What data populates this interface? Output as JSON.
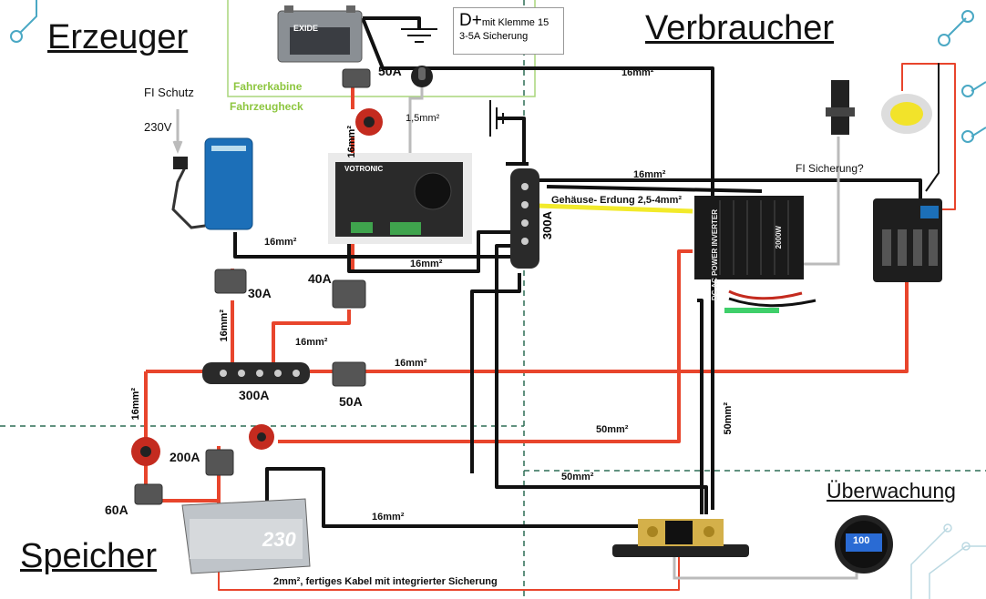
{
  "sections": {
    "erzeuger": "Erzeuger",
    "verbraucher": "Verbraucher",
    "speicher": "Speicher",
    "ueberwachung": "Überwachung"
  },
  "zones": {
    "fahrerkabine": "Fahrerkabine",
    "fahrzeugheck": "Fahrzeugheck"
  },
  "labels": {
    "fi_schutz": "FI Schutz",
    "v230": "230V",
    "fi_sicherung": "FI Sicherung?",
    "dplus_main": "D+",
    "dplus_note": "mit Klemme 15",
    "dplus_fuse": "3-5A Sicherung",
    "gehaeuse": "Gehäuse- Erdung 2,5-4mm²",
    "kabel_hinweis": "2mm², fertiges Kabel mit integrierter Sicherung"
  },
  "fuses": {
    "f50a_top": "50A",
    "f30a": "30A",
    "f40a": "40A",
    "f50a_mid": "50A",
    "f200a": "200A",
    "f60a": "60A",
    "bus300a_a": "300A",
    "bus300a_b": "300A"
  },
  "wires": {
    "w16_top": "16mm²",
    "w1_5": "1,5mm²",
    "w16_vert_a": "16mm²",
    "w16_inv": "16mm²",
    "w16_charger": "16mm²",
    "w16_dcdc": "16mm²",
    "w16_vert_b": "16mm²",
    "w16_bus": "16mm²",
    "w16_long": "16mm²",
    "w16_vert_c": "16mm²",
    "w50_a": "50mm²",
    "w50_b": "50mm²",
    "w50_vert": "50mm²",
    "w16_shunt": "16mm²"
  },
  "devices": {
    "battery_start_text": "EXIDE",
    "dcdc_brand": "VOTRONIC",
    "inverter_text": "DC AC POWER INVERTER",
    "inverter_watt": "2000W",
    "battery_aux_num": "230",
    "monitor_reading": "100"
  },
  "colors": {
    "positive": "#e8452c",
    "negative": "#111111",
    "earth": "#f2ea2a",
    "signal": "#bbbbbb",
    "zone_green": "#8dc63f"
  }
}
